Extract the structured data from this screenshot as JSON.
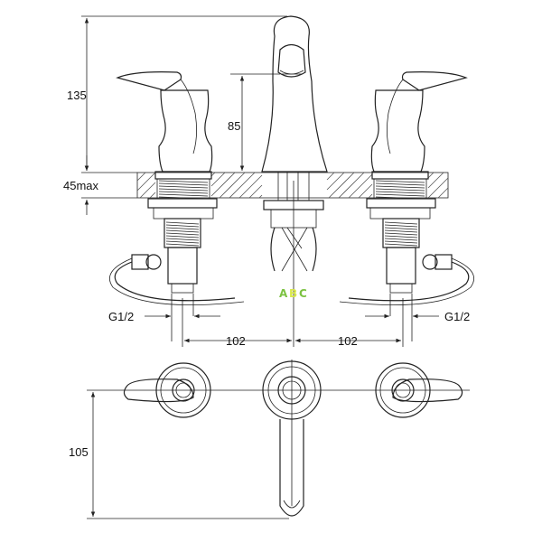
{
  "dimensions": {
    "overall_height": "135",
    "spout_height": "85",
    "deck_thickness": "45max",
    "thread_left": "G1/2",
    "thread_right": "G1/2",
    "spacing_left": "102",
    "spacing_right": "102",
    "handle_depth": "105"
  },
  "watermark": {
    "a": "A",
    "b": "B",
    "c": "C",
    "color_a": "#7cc242",
    "color_b": "#d8e84a",
    "color_c": "#7cc242"
  }
}
